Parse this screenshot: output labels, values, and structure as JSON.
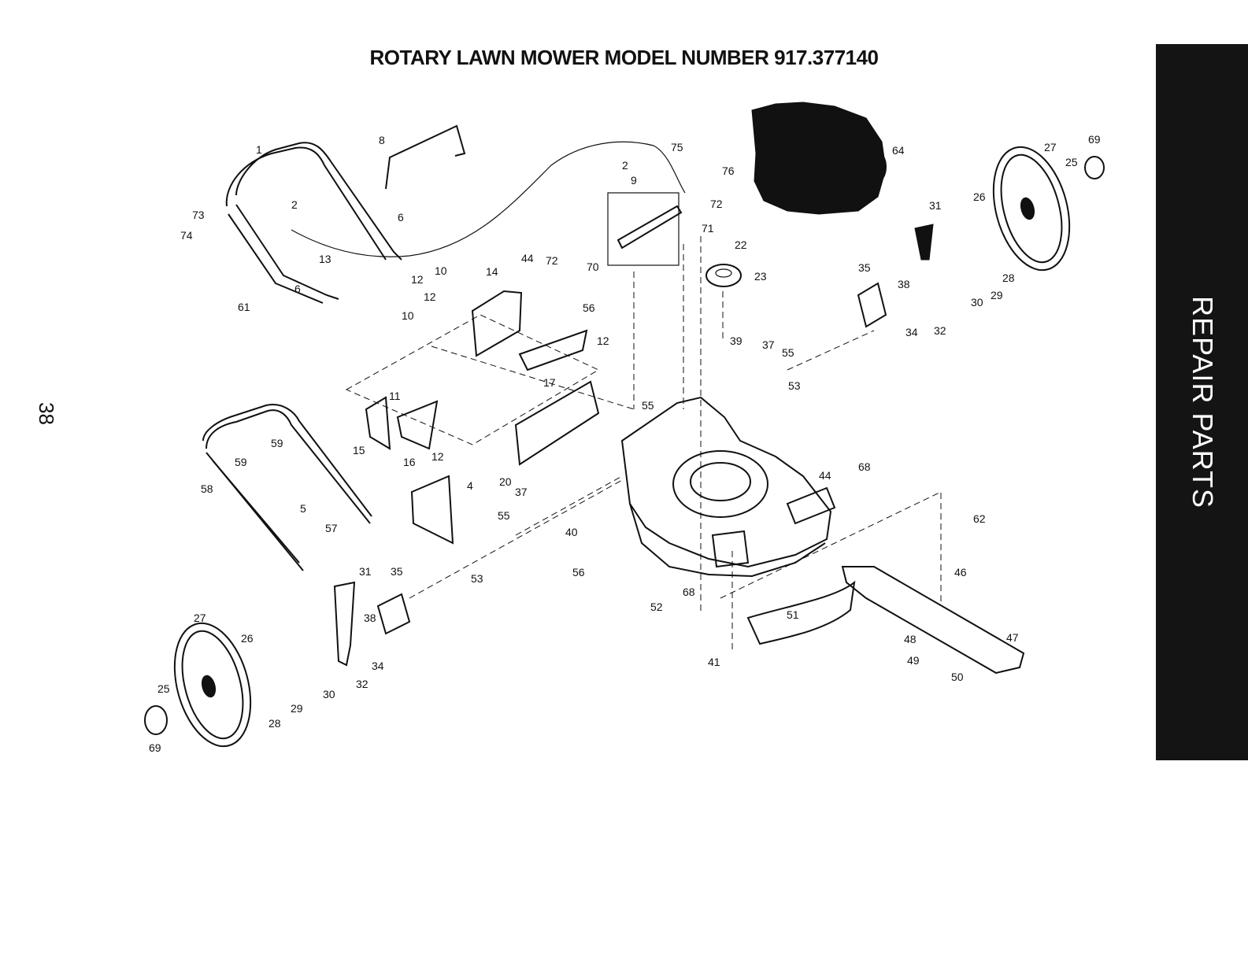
{
  "title": "ROTARY LAWN MOWER MODEL NUMBER 917.377140",
  "page_number": "38",
  "side_tab": "REPAIR PARTS",
  "callouts": [
    "1",
    "2",
    "2",
    "4",
    "5",
    "6",
    "6",
    "8",
    "9",
    "10",
    "10",
    "11",
    "12",
    "12",
    "12",
    "12",
    "13",
    "14",
    "15",
    "16",
    "17",
    "20",
    "22",
    "23",
    "25",
    "25",
    "26",
    "26",
    "27",
    "27",
    "28",
    "28",
    "29",
    "29",
    "30",
    "30",
    "31",
    "31",
    "32",
    "32",
    "34",
    "34",
    "35",
    "35",
    "37",
    "37",
    "38",
    "38",
    "39",
    "40",
    "41",
    "44",
    "44",
    "46",
    "47",
    "48",
    "49",
    "50",
    "51",
    "52",
    "53",
    "53",
    "55",
    "55",
    "55",
    "56",
    "56",
    "57",
    "58",
    "59",
    "59",
    "61",
    "62",
    "64",
    "68",
    "68",
    "69",
    "69",
    "70",
    "71",
    "72",
    "72",
    "73",
    "74",
    "75",
    "76"
  ]
}
